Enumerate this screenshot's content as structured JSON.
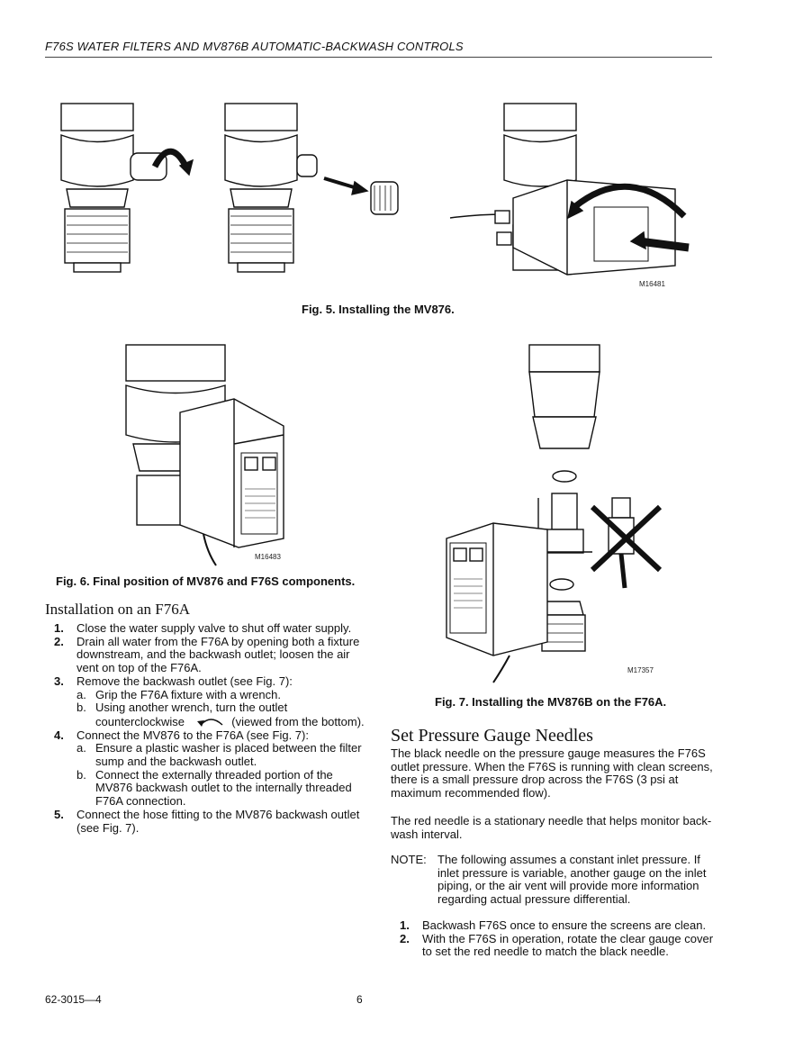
{
  "header": {
    "title": "F76S WATER FILTERS AND MV876B AUTOMATIC-BACKWASH CONTROLS"
  },
  "figures": {
    "fig5": {
      "id": "M16481",
      "caption": "Fig. 5. Installing the MV876."
    },
    "fig6": {
      "id": "M16483",
      "caption": "Fig. 6. Final position of MV876 and F76S components."
    },
    "fig7": {
      "id": "M17357",
      "caption": "Fig. 7. Installing the MV876B on the F76A."
    }
  },
  "install_f76a": {
    "heading": "Installation on an F76A",
    "steps": [
      {
        "num": "1.",
        "text": "Close the water supply valve to shut off water supply."
      },
      {
        "num": "2.",
        "text": "Drain all water from the F76A by opening both a fixture downstream, and the backwash outlet; loosen the air vent on top of the F76A."
      },
      {
        "num": "3.",
        "text": "Remove the backwash outlet (see Fig. 7):",
        "subs": [
          {
            "letter": "a.",
            "text": "Grip the F76A fixture with a wrench."
          },
          {
            "letter": "b.",
            "text_before": "Using another wrench, turn the outlet counterclockwise",
            "text_after": "(viewed from the bottom)."
          }
        ]
      },
      {
        "num": "4.",
        "text": "Connect the MV876 to the F76A (see Fig. 7):",
        "subs": [
          {
            "letter": "a.",
            "text": "Ensure a plastic washer is placed between the filter sump and the backwash outlet."
          },
          {
            "letter": "b.",
            "text": "Connect the externally threaded portion of the MV876 backwash outlet to the internally threaded F76A connection."
          }
        ]
      },
      {
        "num": "5.",
        "text": "Connect the hose fitting to the MV876 backwash outlet (see Fig. 7)."
      }
    ]
  },
  "gauge": {
    "heading": "Set Pressure Gauge Needles",
    "p1": "The black needle on the pressure gauge measures the F76S outlet pressure. When the F76S is running with clean screens, there is a small pressure drop across the F76S (3 psi at maximum recommended flow).",
    "p2": "The red needle is a stationary needle that helps monitor back-wash interval.",
    "note_label": "NOTE:",
    "note_text": "The following assumes a constant inlet pressure. If inlet pressure is variable, another gauge on the inlet piping, or the air vent will provide more information regarding actual pressure differential.",
    "steps": [
      {
        "num": "1.",
        "text": "Backwash F76S once to ensure the screens are clean."
      },
      {
        "num": "2.",
        "text": "With the F76S in operation, rotate the clear gauge cover to set the red needle to match the black needle."
      }
    ]
  },
  "footer": {
    "doc_number": "62-3015—4",
    "page": "6"
  }
}
